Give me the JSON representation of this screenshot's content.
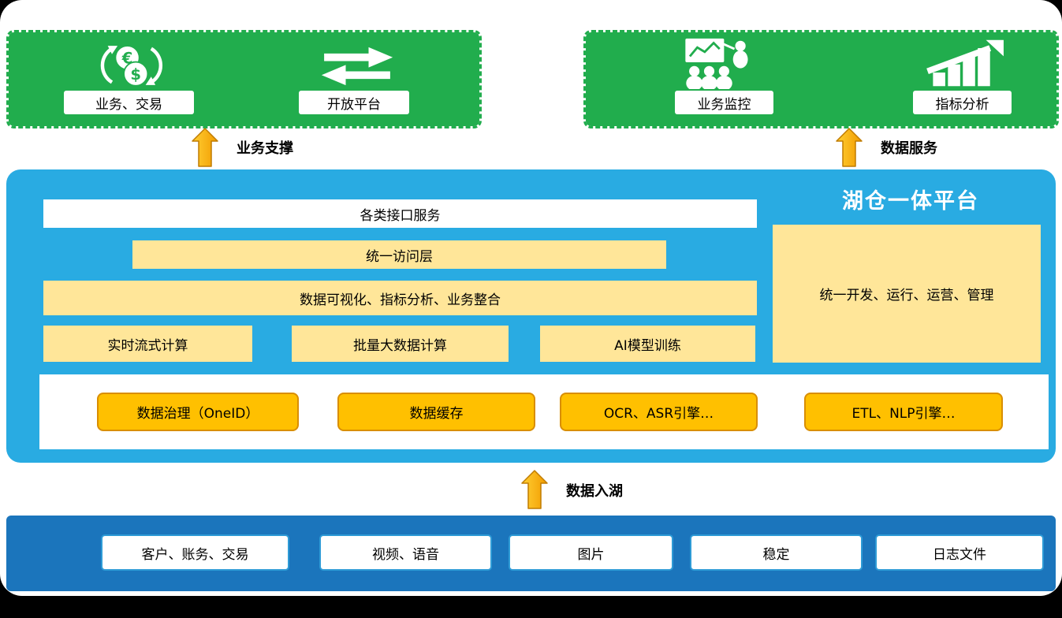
{
  "top": {
    "left_group": {
      "items": [
        {
          "label": "业务、交易",
          "icon": "currency-exchange-icon"
        },
        {
          "label": "开放平台",
          "icon": "exchange-arrows-icon"
        }
      ]
    },
    "right_group": {
      "items": [
        {
          "label": "业务监控",
          "icon": "monitoring-presentation-icon"
        },
        {
          "label": "指标分析",
          "icon": "growth-chart-icon"
        }
      ]
    }
  },
  "connectors": {
    "business_support": "业务支撑",
    "data_service": "数据服务",
    "data_into_lake": "数据入湖"
  },
  "platform": {
    "title": "湖仓一体平台",
    "interface_bar": "各类接口服务",
    "access_bar": "统一访问层",
    "viz_bar": "数据可视化、指标分析、业务整合",
    "compute_boxes": [
      "实时流式计算",
      "批量大数据计算",
      "AI模型训练"
    ],
    "management_panel": "统一开发、运行、运营、管理",
    "engine_boxes": [
      "数据治理（OneID）",
      "数据缓存",
      "OCR、ASR引擎…",
      "ETL、NLP引擎…"
    ]
  },
  "sources": {
    "items": [
      "客户、账务、交易",
      "视频、语音",
      "图片",
      "稳定",
      "日志文件"
    ]
  },
  "colors": {
    "green": "#21AD4D",
    "sky_blue": "#29ABE2",
    "dark_blue": "#1B75BC",
    "light_yellow": "#FFE699",
    "orange": "#FFC000",
    "arrow_fill": "#F7A600",
    "arrow_stroke": "#C07C00"
  }
}
